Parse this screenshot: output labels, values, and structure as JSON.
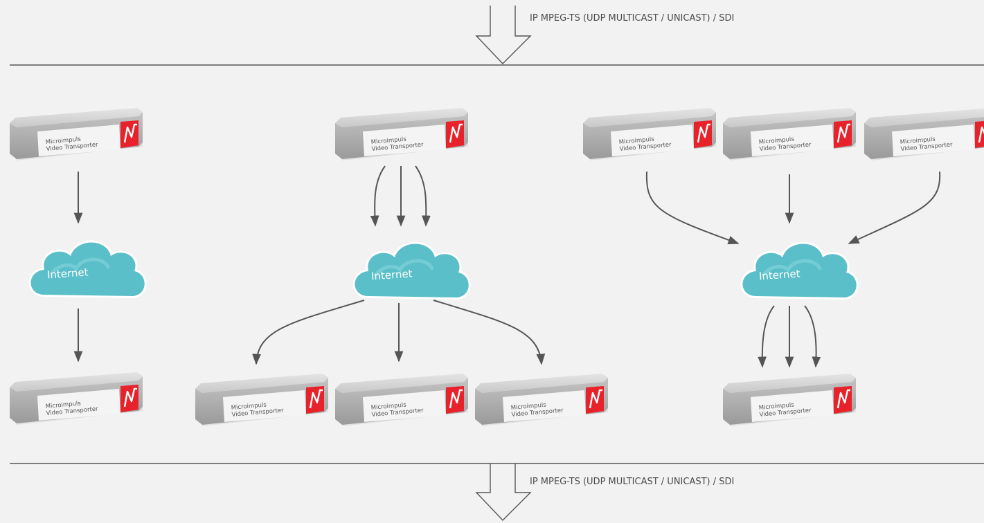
{
  "input_label": "IP MPEG-TS (UDP MULTICAST / UNICAST)  /  SDI",
  "output_label": "IP MPEG-TS (UDP MULTICAST / UNICAST)  /  SDI",
  "device": {
    "line1": "Microimpuls",
    "line2": "Video Transporter",
    "logo_glyph": "N"
  },
  "cloud_label": "Internet",
  "colors": {
    "background": "#f2f2f2",
    "lines": "#555555",
    "cloud": "#5bbfc9",
    "logo_red": "#e8222a",
    "device_body": "#bdbdbd"
  },
  "topologies": [
    {
      "id": "one-to-one",
      "sources": 1,
      "destinations": 1
    },
    {
      "id": "one-to-many",
      "sources": 1,
      "destinations": 3
    },
    {
      "id": "many-to-one",
      "sources": 3,
      "destinations": 1
    }
  ]
}
